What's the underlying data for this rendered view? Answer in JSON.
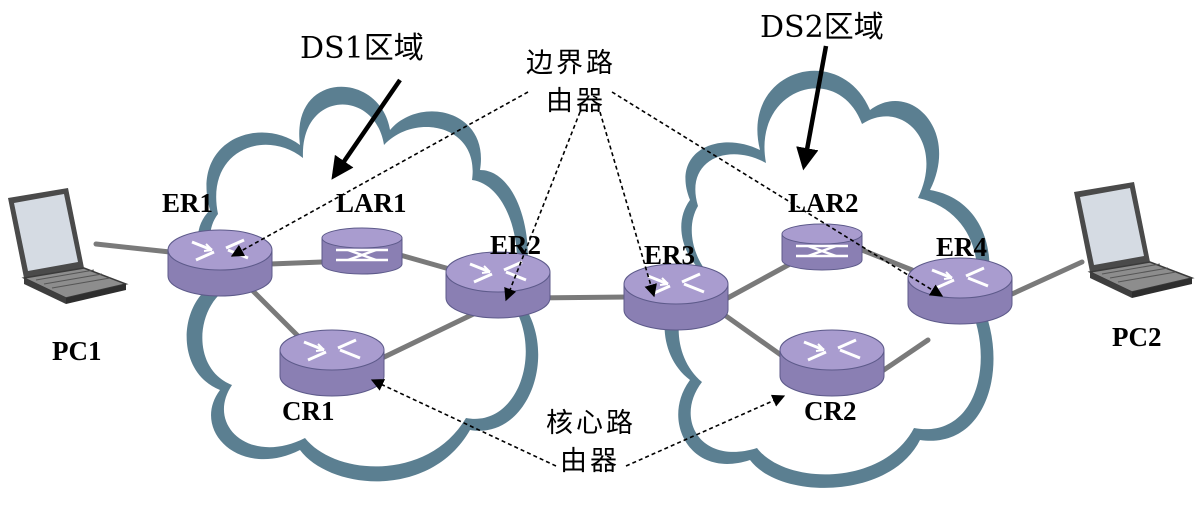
{
  "regions": {
    "ds1": "DS1区域",
    "ds2": "DS2区域"
  },
  "annotations": {
    "edge_router_line1": "边界路",
    "edge_router_line2": "由器",
    "core_router_line1": "核心路",
    "core_router_line2": "由器"
  },
  "nodes": {
    "pc1": "PC1",
    "pc2": "PC2",
    "er1": "ER1",
    "er2": "ER2",
    "er3": "ER3",
    "er4": "ER4",
    "lar1": "LAR1",
    "lar2": "LAR2",
    "cr1": "CR1",
    "cr2": "CR2"
  },
  "colors": {
    "router_body": "#8a7fb3",
    "router_top": "#a99ccf",
    "cloud_edge": "#5b7f91",
    "link": "#7a7a7a"
  }
}
